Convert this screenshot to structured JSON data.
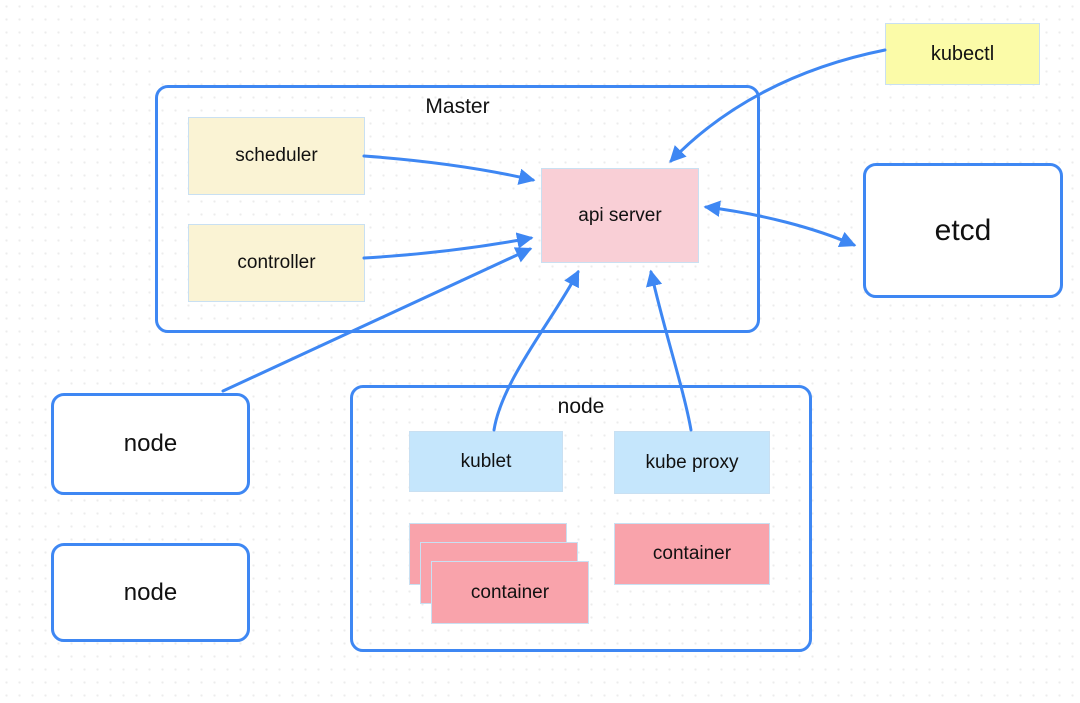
{
  "diagram": {
    "type": "architecture-diagram",
    "subject": "Kubernetes cluster components",
    "colors": {
      "accent": "#3E87F3",
      "box_yellow": "#FAF3D4",
      "box_bright_yellow": "#FBFBA8",
      "box_pink": "#F9CFD6",
      "box_salmon": "#F9A3AB",
      "box_light_blue": "#C5E6FC",
      "light_border": "#C9E0F2",
      "text": "#111111",
      "background": "#FFFFFF"
    },
    "nodes": {
      "master": {
        "label": "Master"
      },
      "scheduler": {
        "label": "scheduler"
      },
      "controller": {
        "label": "controller"
      },
      "api_server": {
        "label": "api server"
      },
      "kubectl": {
        "label": "kubectl"
      },
      "etcd": {
        "label": "etcd"
      },
      "node_left_top": {
        "label": "node"
      },
      "node_left_bottom": {
        "label": "node"
      },
      "node_group": {
        "label": "node"
      },
      "kublet": {
        "label": "kublet"
      },
      "kube_proxy": {
        "label": "kube proxy"
      },
      "container_stack": {
        "label": "container",
        "count": 3
      },
      "container_single": {
        "label": "container"
      }
    },
    "edges": [
      {
        "from": "scheduler",
        "to": "api_server",
        "direction": "one-way"
      },
      {
        "from": "controller",
        "to": "api_server",
        "direction": "one-way"
      },
      {
        "from": "node_left_top",
        "to": "api_server",
        "direction": "one-way"
      },
      {
        "from": "kublet",
        "to": "api_server",
        "direction": "one-way"
      },
      {
        "from": "kube_proxy",
        "to": "api_server",
        "direction": "one-way"
      },
      {
        "from": "kubectl",
        "to": "api_server",
        "direction": "one-way"
      },
      {
        "from": "api_server",
        "to": "etcd",
        "direction": "two-way"
      }
    ]
  }
}
